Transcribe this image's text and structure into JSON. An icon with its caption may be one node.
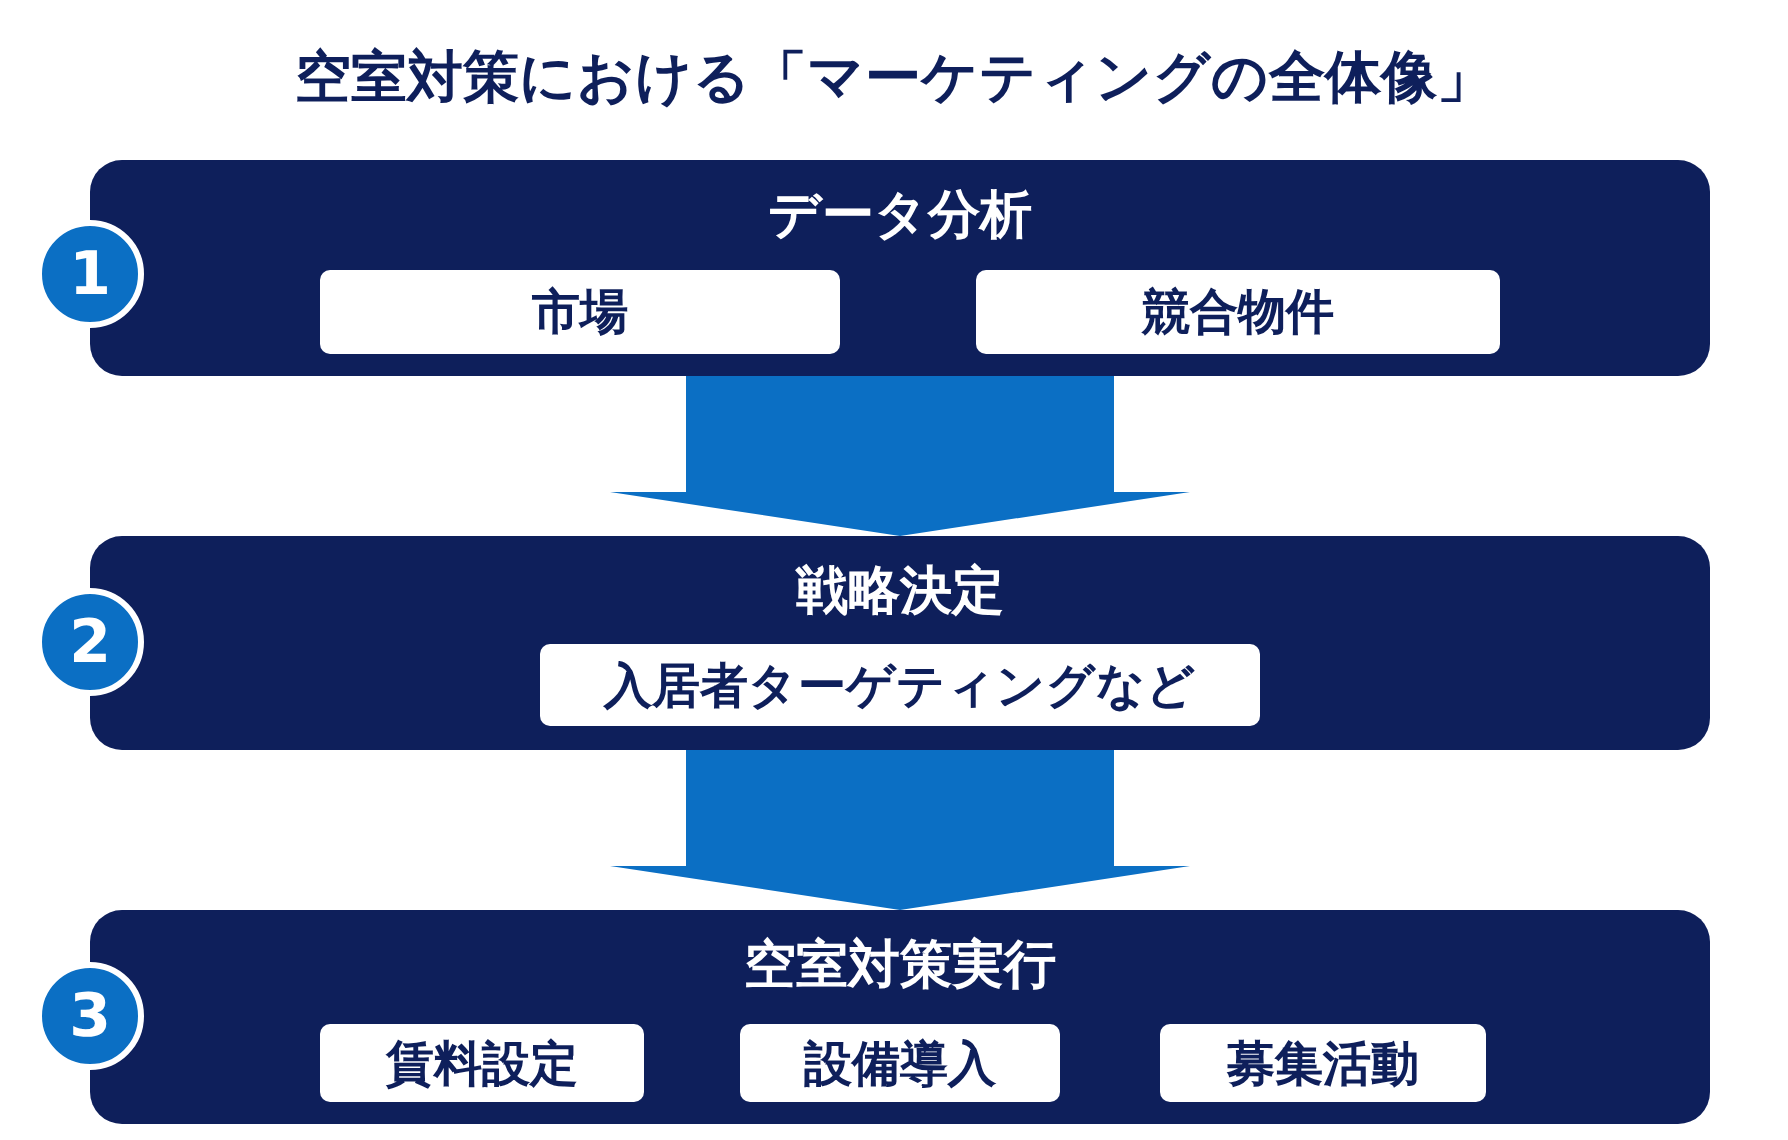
{
  "diagram": {
    "title": "空室対策における「マーケティングの全体像」",
    "nodes": [
      {
        "text": [
          "1"
        ]
      },
      {
        "text": [
          "データ分析"
        ]
      },
      {
        "text": [
          "市場"
        ],
        "in": 1
      },
      {
        "text": [
          "競合物件"
        ],
        "in": 1
      },
      {
        "text": [
          "2"
        ]
      },
      {
        "text": [
          "戦略決定"
        ]
      },
      {
        "text": [
          "入居者ターゲティングなど"
        ],
        "in": 5
      },
      {
        "text": [
          "3"
        ]
      },
      {
        "text": [
          "空室対策実行"
        ]
      },
      {
        "text": [
          "賃料設定"
        ],
        "in": 8
      },
      {
        "text": [
          "設備導入"
        ],
        "in": 8
      },
      {
        "text": [
          "募集活動"
        ],
        "in": 8
      }
    ],
    "edges": [
      {
        "from": 1,
        "to": 5,
        "arrow": "to",
        "style": "thick"
      },
      {
        "from": 5,
        "to": 8,
        "arrow": "to",
        "style": "thick"
      }
    ]
  }
}
